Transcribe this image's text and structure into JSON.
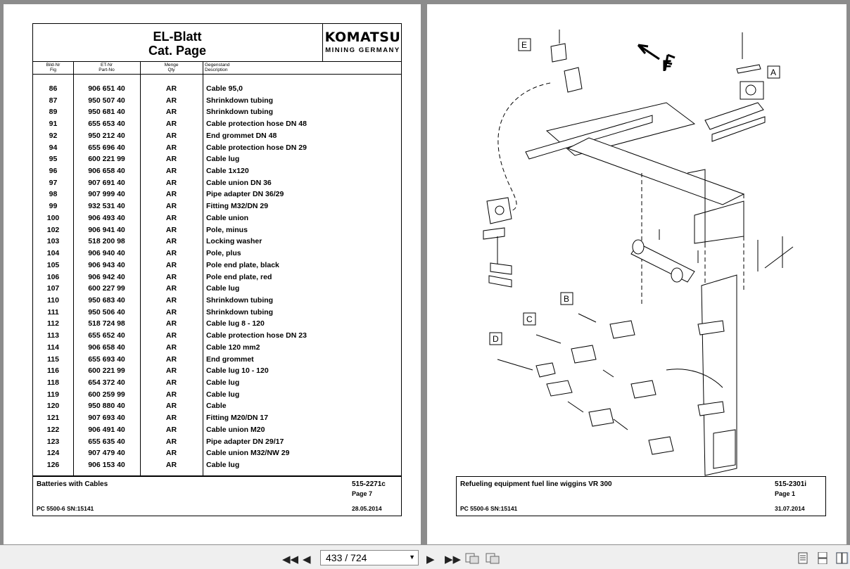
{
  "left_page": {
    "title_de": "EL-Blatt",
    "title_en": "Cat. Page",
    "logo": "KOMATSU",
    "logo_sub": "MINING GERMANY",
    "columns": {
      "fig": "Bild-Nr\nFig",
      "part": "ET-Nr\nPart-No",
      "qty": "Menge\nQty",
      "desc": "Gegenstand\nDescription"
    },
    "rows": [
      {
        "fig": "86",
        "part": "906 651 40",
        "qty": "AR",
        "desc": "Cable 95,0"
      },
      {
        "fig": "87",
        "part": "950 507 40",
        "qty": "AR",
        "desc": "Shrinkdown tubing"
      },
      {
        "fig": "89",
        "part": "950 681 40",
        "qty": "AR",
        "desc": "Shrinkdown tubing"
      },
      {
        "fig": "91",
        "part": "655 653 40",
        "qty": "AR",
        "desc": "Cable protection hose  DN 48"
      },
      {
        "fig": "92",
        "part": "950 212 40",
        "qty": "AR",
        "desc": "End grommet DN 48"
      },
      {
        "fig": "94",
        "part": "655 696 40",
        "qty": "AR",
        "desc": "Cable protection hose DN 29"
      },
      {
        "fig": "95",
        "part": "600 221 99",
        "qty": "AR",
        "desc": "Cable lug"
      },
      {
        "fig": "96",
        "part": "906 658 40",
        "qty": "AR",
        "desc": "Cable 1x120"
      },
      {
        "fig": "97",
        "part": "907 691 40",
        "qty": "AR",
        "desc": "Cable union DN 36"
      },
      {
        "fig": "98",
        "part": "907 999 40",
        "qty": "AR",
        "desc": "Pipe adapter DN 36/29"
      },
      {
        "fig": "99",
        "part": "932 531 40",
        "qty": "AR",
        "desc": "Fitting M32/DN 29"
      },
      {
        "fig": "100",
        "part": "906 493 40",
        "qty": "AR",
        "desc": "Cable union"
      },
      {
        "fig": "102",
        "part": "906 941 40",
        "qty": "AR",
        "desc": "Pole, minus"
      },
      {
        "fig": "103",
        "part": "518 200 98",
        "qty": "AR",
        "desc": "Locking washer"
      },
      {
        "fig": "104",
        "part": "906 940 40",
        "qty": "AR",
        "desc": "Pole, plus"
      },
      {
        "fig": "105",
        "part": "906 943 40",
        "qty": "AR",
        "desc": "Pole end plate, black"
      },
      {
        "fig": "106",
        "part": "906 942 40",
        "qty": "AR",
        "desc": "Pole end plate, red"
      },
      {
        "fig": "107",
        "part": "600 227 99",
        "qty": "AR",
        "desc": "Cable lug"
      },
      {
        "fig": "110",
        "part": "950 683 40",
        "qty": "AR",
        "desc": "Shrinkdown tubing"
      },
      {
        "fig": "111",
        "part": "950 506 40",
        "qty": "AR",
        "desc": "Shrinkdown tubing"
      },
      {
        "fig": "112",
        "part": "518 724 98",
        "qty": "AR",
        "desc": "Cable lug 8 - 120"
      },
      {
        "fig": "113",
        "part": "655 652 40",
        "qty": "AR",
        "desc": "Cable protection hose DN 23"
      },
      {
        "fig": "114",
        "part": "906 658 40",
        "qty": "AR",
        "desc": "Cable 120 mm2"
      },
      {
        "fig": "115",
        "part": "655 693 40",
        "qty": "AR",
        "desc": "End grommet"
      },
      {
        "fig": "116",
        "part": "600 221 99",
        "qty": "AR",
        "desc": "Cable lug 10 - 120"
      },
      {
        "fig": "118",
        "part": "654 372 40",
        "qty": "AR",
        "desc": "Cable lug"
      },
      {
        "fig": "119",
        "part": "600 259 99",
        "qty": "AR",
        "desc": "Cable lug"
      },
      {
        "fig": "120",
        "part": "950 880 40",
        "qty": "AR",
        "desc": "Cable"
      },
      {
        "fig": "121",
        "part": "907 693 40",
        "qty": "AR",
        "desc": "Fitting  M20/DN 17"
      },
      {
        "fig": "122",
        "part": "906 491 40",
        "qty": "AR",
        "desc": "Cable union M20"
      },
      {
        "fig": "123",
        "part": "655 635 40",
        "qty": "AR",
        "desc": "Pipe adapter DN 29/17"
      },
      {
        "fig": "124",
        "part": "907 479 40",
        "qty": "AR",
        "desc": "Cable union M32/NW 29"
      },
      {
        "fig": "126",
        "part": "906 153 40",
        "qty": "AR",
        "desc": "Cable lug"
      }
    ],
    "footer": {
      "title": "Batteries with Cables",
      "code": "515-2271c",
      "page": "Page 7",
      "model": "PC 5500-6 SN:15141",
      "date": "28.05.2014"
    }
  },
  "right_page": {
    "footer": {
      "title": "Refueling equipment fuel line wiggins VR 300",
      "code": "515-2301i",
      "page": "Page 1",
      "model": "PC 5500-6 SN:15141",
      "date": "31.07.2014"
    },
    "drawing_labels": {
      "box_E_top": "E",
      "box_A_right": "A",
      "box_B": "B",
      "box_C": "C",
      "box_D": "D",
      "direction": "F"
    }
  },
  "viewer": {
    "page_indicator": "433 / 724",
    "icons": [
      "first-page-icon",
      "prev-page-icon",
      "next-page-icon",
      "last-page-icon",
      "prev-view-icon",
      "next-view-icon",
      "single-page-icon",
      "continuous-icon",
      "two-page-icon"
    ]
  }
}
